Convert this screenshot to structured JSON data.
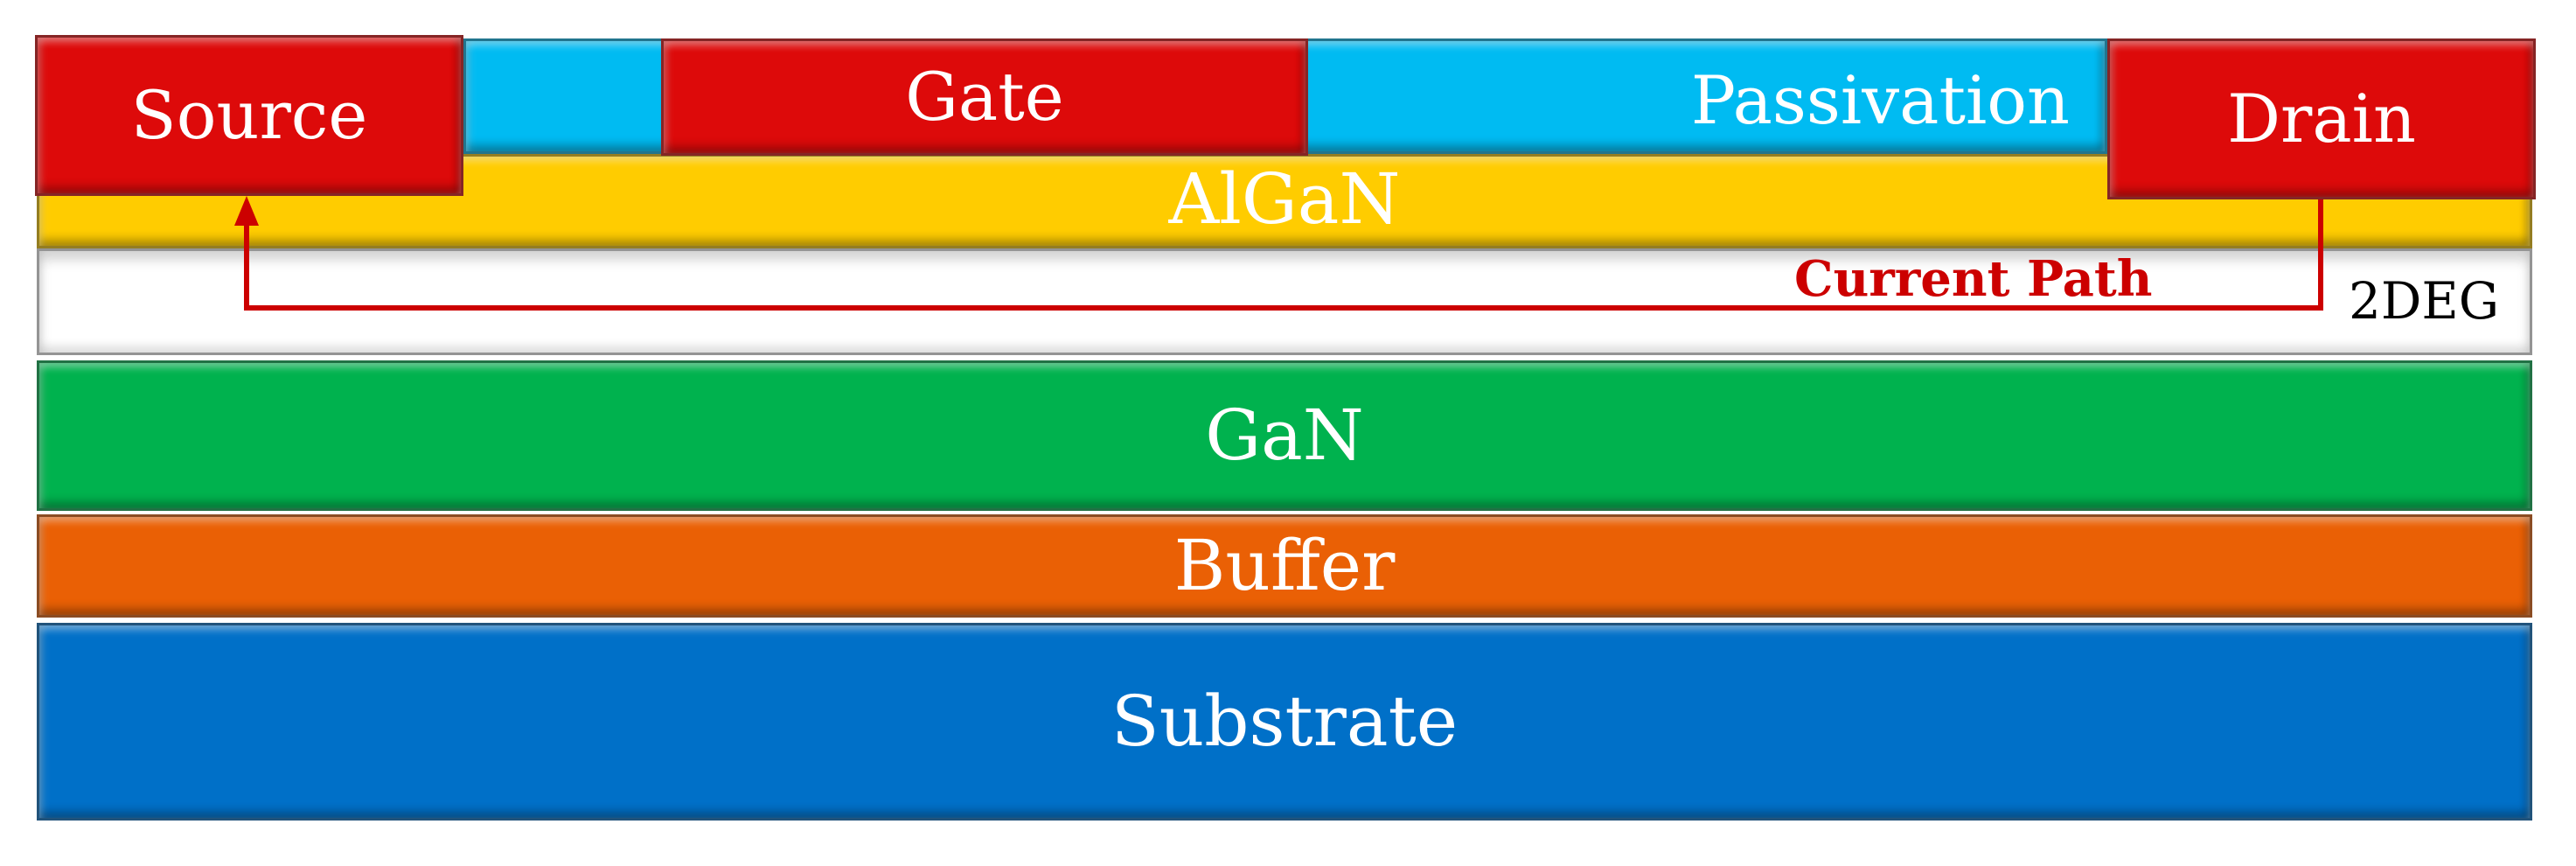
{
  "layers": {
    "source": "Source",
    "gate": "Gate",
    "passivation": "Passivation",
    "drain": "Drain",
    "algan": "AlGaN",
    "deg": "2DEG",
    "gan": "GaN",
    "buffer": "Buffer",
    "substrate": "Substrate"
  },
  "annotations": {
    "current_path": "Current Path"
  },
  "colors": {
    "contact": "#dd0a0a",
    "passivation": "#00bbf2",
    "algan": "#ffcc00",
    "deg": "#ffffff",
    "gan": "#00b24e",
    "buffer": "#ea6005",
    "substrate": "#0070c8",
    "current_path": "#cc0000"
  }
}
